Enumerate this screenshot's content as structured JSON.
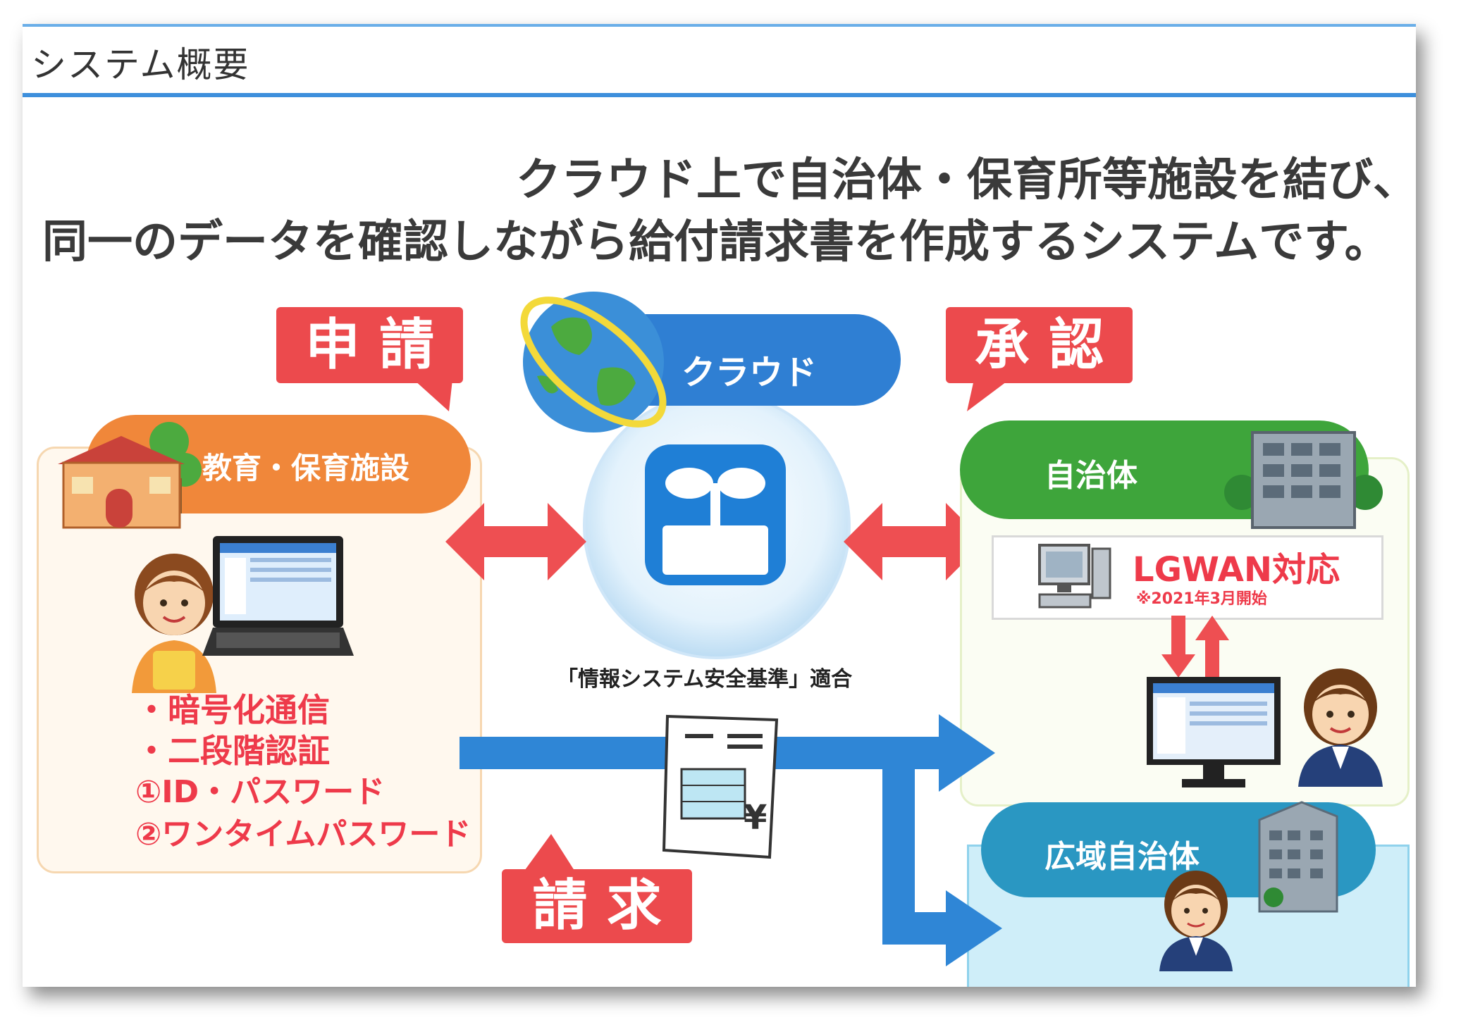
{
  "header": {
    "title": "システム概要"
  },
  "headline": {
    "line1": "クラウド上で自治体・保育所等施設を結び、",
    "line2": "同一のデータを確認しながら給付請求書を作成するシステムです。"
  },
  "labels": {
    "application": "申 請",
    "approval": "承 認",
    "billing": "請 求",
    "cloud": "クラウド",
    "facility": "教育・保育施設",
    "municipality": "自治体",
    "regional": "広域自治体",
    "standard": "「情報システム安全基準」適合",
    "lgwan": "LGWAN対応",
    "lgwan_note": "※2021年3月開始"
  },
  "security": {
    "items": [
      "・暗号化通信",
      "・二段階認証",
      "①ID・パスワード",
      "②ワンタイムパスワード"
    ]
  },
  "icons": [
    "globe-icon",
    "cloud-service-icon",
    "school-building-icon",
    "office-building-icon",
    "computer-icon",
    "laptop-icon",
    "monitor-icon",
    "invoice-icon",
    "person-icon"
  ],
  "colors": {
    "red": "#ec4a4d",
    "orange": "#f0873a",
    "green": "#3ea53b",
    "blue": "#2f86d6",
    "teal": "#2aa3c9"
  }
}
